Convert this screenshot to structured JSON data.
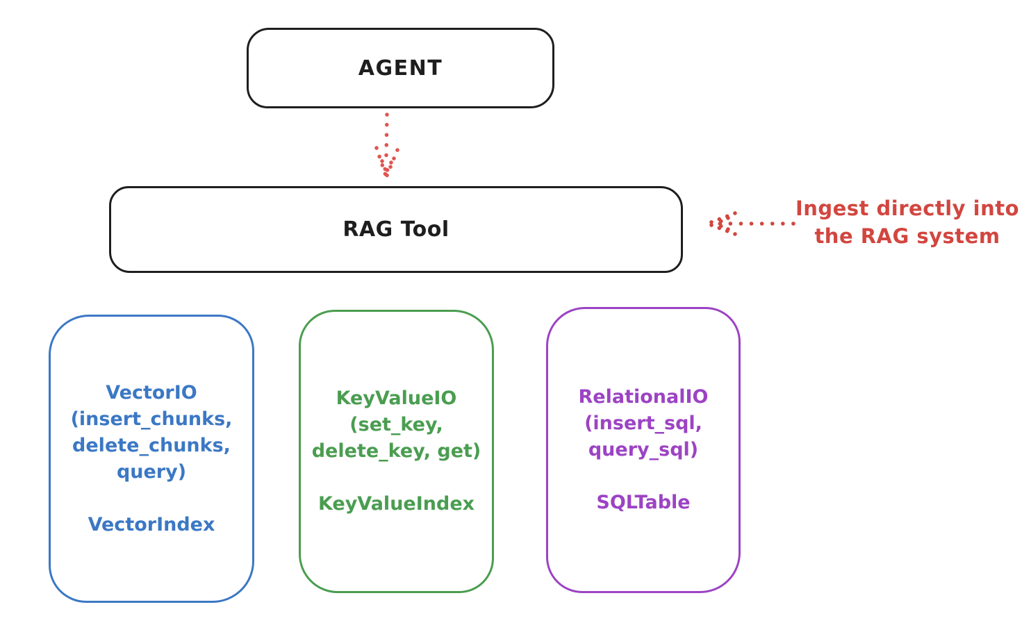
{
  "diagram": {
    "agent_box": {
      "label": "AGENT"
    },
    "rag_box": {
      "label": "RAG Tool"
    },
    "annotation": {
      "line1": "Ingest directly into",
      "line2": "the RAG system"
    },
    "vector_box": {
      "title_line1": "VectorIO",
      "title_line2": "(insert_chunks,",
      "title_line3": "delete_chunks,",
      "title_line4": "query)",
      "index_label": "VectorIndex"
    },
    "keyvalue_box": {
      "title_line1": "KeyValueIO",
      "title_line2": "(set_key,",
      "title_line3": "delete_key, get)",
      "index_label": "KeyValueIndex"
    },
    "relational_box": {
      "title_line1": "RelationalIO",
      "title_line2": "(insert_sql,",
      "title_line3": "query_sql)",
      "index_label": "SQLTable"
    },
    "colors": {
      "ink": "#1e1e1e",
      "red": "#d2463f",
      "blue": "#3b78c4",
      "green": "#4a9d50",
      "purple": "#9c43c4",
      "background": "#ffffff"
    }
  }
}
